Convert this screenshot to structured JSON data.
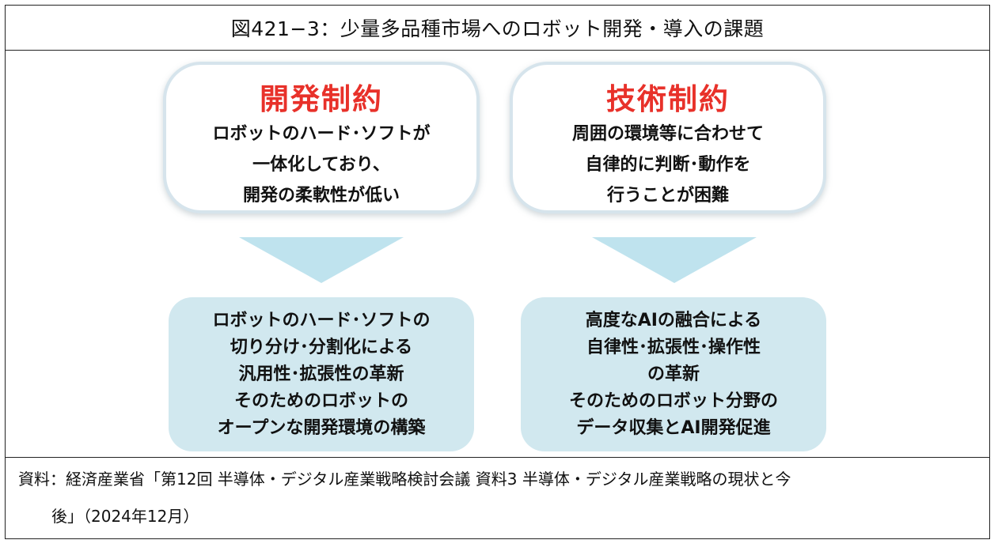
{
  "figure": {
    "title": "図421−3：少量多品種市場へのロボット開発・導入の課題"
  },
  "constraints": [
    {
      "title": "開発制約",
      "lines": [
        "ロボットのハード･ソフトが",
        "一体化しており、",
        "開発の柔軟性が低い"
      ]
    },
    {
      "title": "技術制約",
      "lines": [
        "周囲の環境等に合わせて",
        "自律的に判断･動作を",
        "行うことが困難"
      ]
    }
  ],
  "solutions": [
    {
      "lines": [
        "ロボットのハード･ソフトの",
        "切り分け･分割化による",
        "汎用性･拡張性の革新",
        "そのためのロボットの",
        "オープンな開発環境の構築"
      ]
    },
    {
      "lines": [
        "高度なAIの融合による",
        "自律性･拡張性･操作性",
        "の革新",
        "そのためのロボット分野の",
        "データ収集とAI開発促進"
      ]
    }
  ],
  "source": {
    "line1": "資料：経済産業省「第12回 半導体・デジタル産業戦略検討会議 資料3 半導体・デジタル産業戦略の現状と今",
    "line2": "後」（2024年12月）"
  },
  "colors": {
    "title_red": "#e8312a",
    "box_border": "#d6e4ec",
    "solution_fill": "#d1e8ef",
    "arrow_fill": "#bfe3ee"
  }
}
